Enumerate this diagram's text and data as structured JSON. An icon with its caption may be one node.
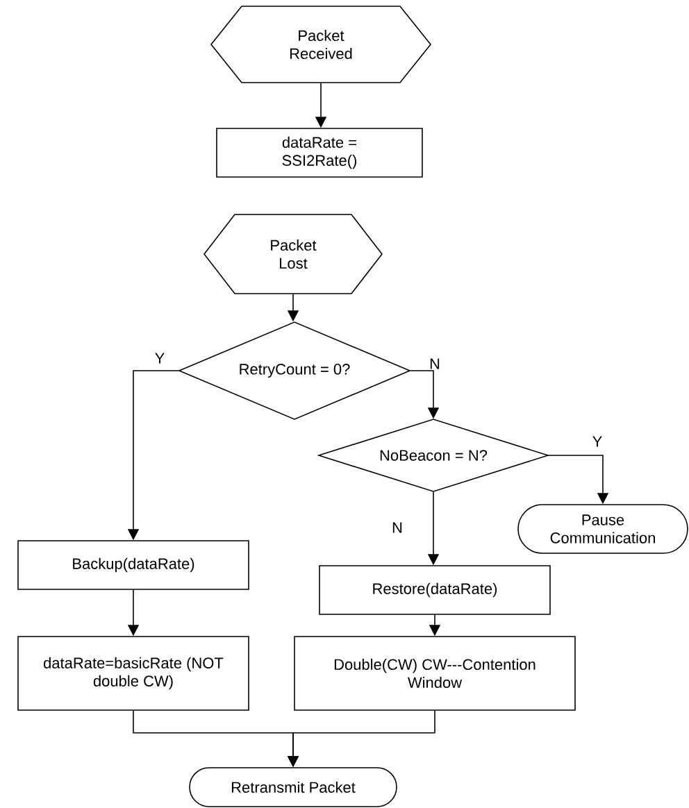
{
  "diagram": {
    "nodes": [
      {
        "text": [
          "Packet Received"
        ]
      },
      {
        "text": [
          "dataRate = SSI2Rate()"
        ]
      },
      {
        "text": [
          "Packet Lost"
        ]
      },
      {
        "text": [
          "RetryCount = 0?"
        ]
      },
      {
        "text": [
          "NoBeacon = N?"
        ]
      },
      {
        "text": [
          "Pause Communication"
        ]
      },
      {
        "text": [
          "Backup(dataRate)"
        ]
      },
      {
        "text": [
          "dataRate=basicRate (NOT double CW)"
        ]
      },
      {
        "text": [
          "Restore(dataRate)"
        ]
      },
      {
        "text": [
          "Double(CW) CW---Contention Window"
        ]
      },
      {
        "text": [
          "Retransmit Packet"
        ]
      }
    ],
    "edges": [
      {
        "from": 0,
        "to": 1,
        "arrow": "to"
      },
      {
        "from": 2,
        "to": 3,
        "arrow": "to"
      },
      {
        "from": 3,
        "to": 6,
        "arrow": "to",
        "label": "Y"
      },
      {
        "from": 3,
        "to": 4,
        "arrow": "to",
        "label": "N"
      },
      {
        "from": 4,
        "to": 5,
        "arrow": "to",
        "label": "Y"
      },
      {
        "from": 4,
        "to": 8,
        "arrow": "to",
        "label": "N"
      },
      {
        "from": 6,
        "to": 7,
        "arrow": "to"
      },
      {
        "from": 8,
        "to": 9,
        "arrow": "to"
      },
      {
        "from": 7,
        "to": 10,
        "arrow": "to"
      },
      {
        "from": 9,
        "to": 10,
        "arrow": "to"
      }
    ]
  }
}
